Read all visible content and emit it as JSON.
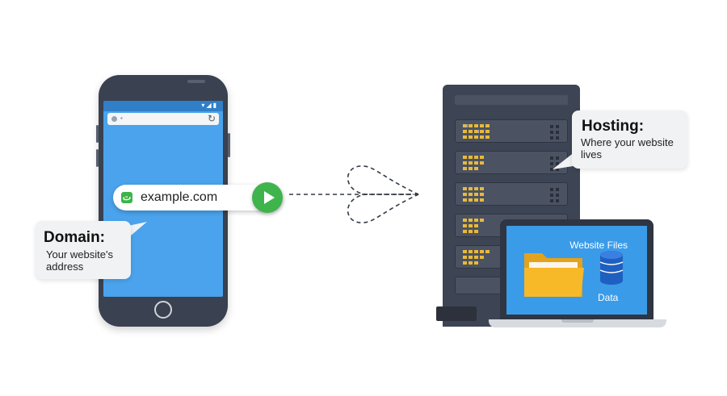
{
  "url_pill": {
    "text": "example.com"
  },
  "domain_callout": {
    "title": "Domain:",
    "line1": "Your website's",
    "line2": "address"
  },
  "hosting_callout": {
    "title": "Hosting:",
    "line1": "Where your website",
    "line2": "lives"
  },
  "laptop": {
    "title": "Website Files",
    "data_label": "Data"
  },
  "colors": {
    "screen_blue": "#4aa3ec",
    "go_green": "#3fb44c",
    "server_dark": "#3d4453",
    "folder_yellow": "#f7b928",
    "led_yellow": "#e8b93a"
  },
  "icons": [
    "wifi-icon",
    "signal-icon",
    "battery-icon",
    "lock-icon",
    "reload-icon",
    "play-icon",
    "folder-icon",
    "database-icon",
    "heart-arrow-icon"
  ]
}
